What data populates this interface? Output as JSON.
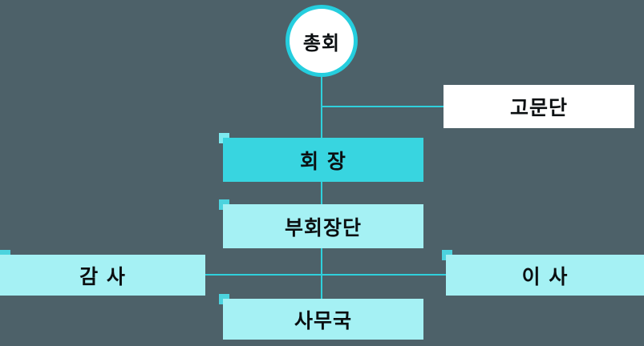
{
  "colors": {
    "background": "#4d6169",
    "connector": "#2fd0dc",
    "circle_border": "#25cede",
    "box_bright": "#38d5e0",
    "box_light": "#a5f1f4",
    "box_white": "#ffffff",
    "corner_accent_dark": "#4cd3de",
    "corner_accent_light": "#7deaf0",
    "text": "#0b0f11"
  },
  "nodes": {
    "assembly": {
      "label": "총회",
      "shape": "circle",
      "fill": "white"
    },
    "advisory": {
      "label": "고문단",
      "shape": "rect",
      "fill": "white"
    },
    "chairman": {
      "label": "회 장",
      "shape": "rect",
      "fill": "bright-cyan"
    },
    "vice_chairmen": {
      "label": "부회장단",
      "shape": "rect",
      "fill": "light-cyan"
    },
    "auditor": {
      "label": "감 사",
      "shape": "rect",
      "fill": "light-cyan"
    },
    "director": {
      "label": "이 사",
      "shape": "rect",
      "fill": "light-cyan"
    },
    "secretariat": {
      "label": "사무국",
      "shape": "rect",
      "fill": "light-cyan"
    }
  },
  "edges": [
    {
      "from": "assembly",
      "to": "advisory"
    },
    {
      "from": "assembly",
      "to": "chairman"
    },
    {
      "from": "chairman",
      "to": "vice_chairmen"
    },
    {
      "from": "vice_chairmen",
      "to": "secretariat"
    },
    {
      "from": "auditor",
      "to": "director"
    }
  ]
}
